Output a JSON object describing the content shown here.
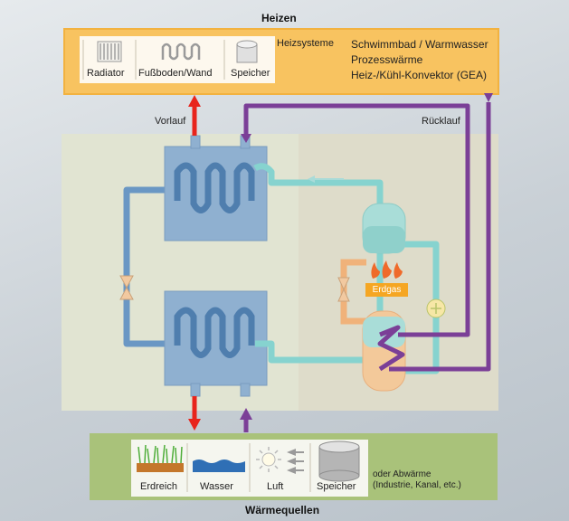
{
  "heizen": {
    "title": "Heizen",
    "systems": [
      "Radiator",
      "Fußboden/Wand",
      "Speicher"
    ],
    "systems_label": "Heizsysteme",
    "uses": [
      "Schwimmbad / Warmwasser",
      "Prozesswärme",
      "Heiz-/Kühl-Konvektor (GEA)"
    ]
  },
  "flow": {
    "vorlauf": "Vorlauf",
    "ruecklauf": "Rücklauf"
  },
  "gas": {
    "label": "Erdgas"
  },
  "sources": {
    "title": "Wärmequellen",
    "items": [
      "Erdreich",
      "Wasser",
      "Luft",
      "Speicher"
    ],
    "other_line1": "oder Abwärme",
    "other_line2": "(Industrie, Kanal, etc.)"
  },
  "colors": {
    "heat_box": "#f8c360",
    "source_box": "#a9c27a",
    "vorlauf_arrow": "#e8241c",
    "ruecklauf_pipe": "#7b3f97",
    "refrigerant_hot": "#6a97c4",
    "refrigerant_cold": "#86d3cf",
    "gas_pipe": "#f0a868"
  }
}
